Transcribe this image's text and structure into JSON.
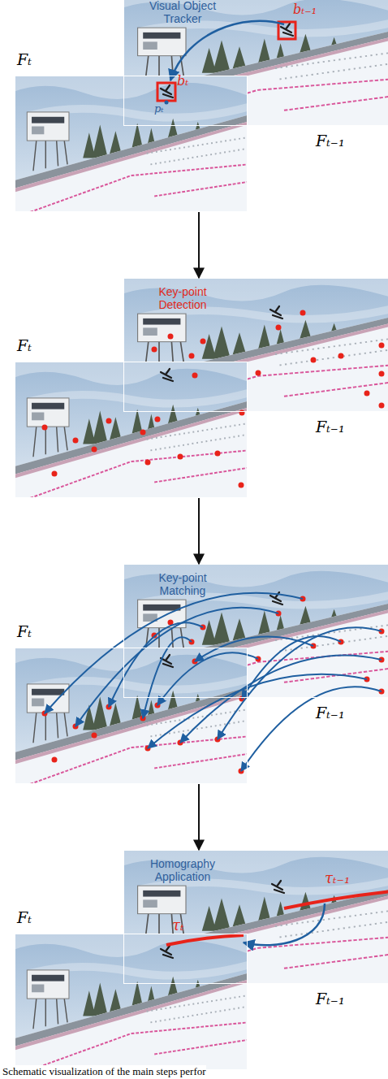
{
  "diagram": {
    "caption": "Schematic visualization of the main steps perfor",
    "nodes": [
      {
        "text": [
          "Visual Object Tracker",
          "Fₜ₋₁"
        ]
      },
      {
        "text": [
          "Fₜ"
        ]
      },
      {
        "text": [
          "Key-point Detection",
          "Fₜ₋₁"
        ]
      },
      {
        "text": [
          "Fₜ"
        ]
      },
      {
        "text": [
          "Key-point Matching",
          "Fₜ₋₁"
        ]
      },
      {
        "text": [
          "Fₜ"
        ]
      },
      {
        "text": [
          "Homography Application",
          "Fₜ₋₁"
        ]
      },
      {
        "text": [
          "Fₜ"
        ]
      }
    ],
    "edges": [
      {
        "from": 1,
        "to": 2,
        "arrow": "to"
      },
      {
        "from": 3,
        "to": 4,
        "arrow": "to"
      },
      {
        "from": 5,
        "to": 6,
        "arrow": "to"
      }
    ],
    "labels": [
      "bₜ₋₁",
      "bₜ",
      "pₜ",
      "τₜ₋₁",
      "τₜ"
    ]
  }
}
